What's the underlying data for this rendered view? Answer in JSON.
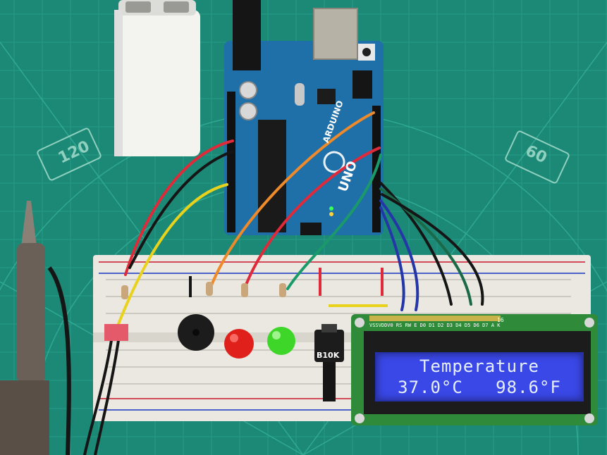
{
  "mat": {
    "angle_label_left": "120",
    "angle_label_right": "60"
  },
  "arduino": {
    "brand": "ARDUINO",
    "model": "UNO"
  },
  "potentiometer": {
    "label": "B10K"
  },
  "lcd": {
    "pin_labels": "VSSVDDV0 RS RW E  D0 D1 D2 D3 D4 D5 D6 D7 A  K",
    "pin_count_label": "16",
    "line1": "Temperature",
    "line2": "37.0°C   98.6°F"
  },
  "colors": {
    "mat": "#1d8a78",
    "arduino_board": "#1f6fa8",
    "breadboard": "#e9e6df",
    "lcd_backlight": "#3a48e8",
    "lcd_pcb": "#2f8a3a",
    "led_red": "#e0201a",
    "led_green": "#3fd62a",
    "wire_red": "#e02a3a",
    "wire_black": "#151515",
    "wire_yellow": "#e8d21c",
    "wire_orange": "#ef8a2a",
    "wire_green": "#1a9a6a",
    "wire_blue": "#2436a8"
  }
}
